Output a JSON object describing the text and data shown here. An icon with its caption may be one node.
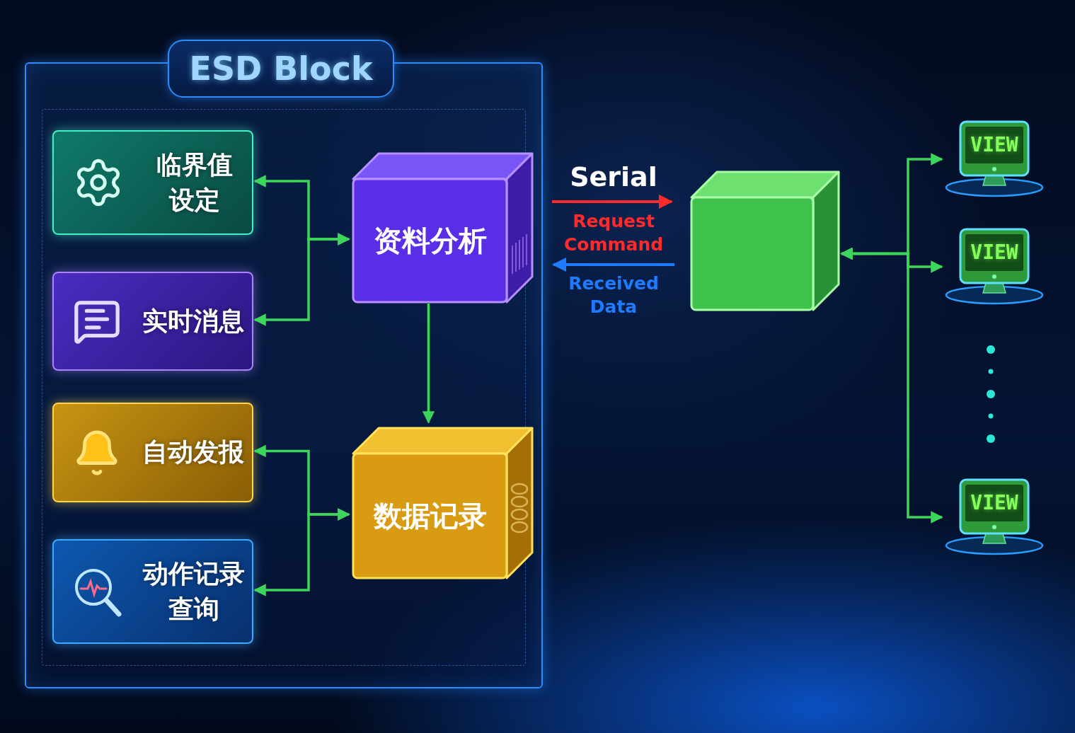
{
  "diagram": {
    "nodes": [
      {
        "text": [
          "ESD Block"
        ]
      },
      {
        "text": [
          "临界值设定"
        ],
        "in": 0
      },
      {
        "text": [
          "实时消息"
        ],
        "in": 0
      },
      {
        "text": [
          "自动发报"
        ],
        "in": 0
      },
      {
        "text": [
          "动作记录查询"
        ],
        "in": 0
      },
      {
        "text": [
          "资料分析"
        ],
        "in": 0
      },
      {
        "text": [
          "数据记录"
        ],
        "in": 0
      },
      {
        "text": [],
        "shape": "box"
      },
      {
        "text": [
          "VIEW"
        ]
      },
      {
        "text": [
          "VIEW"
        ]
      },
      {
        "text": [
          "VIEW"
        ]
      }
    ],
    "edges": [
      {
        "from": 1,
        "to": 5,
        "arrow": "both"
      },
      {
        "from": 2,
        "to": 5,
        "arrow": "both"
      },
      {
        "from": 3,
        "to": 6,
        "arrow": "both"
      },
      {
        "from": 4,
        "to": 6,
        "arrow": "both"
      },
      {
        "from": 5,
        "to": 6,
        "arrow": "to"
      },
      {
        "from": 5,
        "to": 7,
        "arrow": "to",
        "label": "Request Command",
        "color": "#ff2a2a"
      },
      {
        "from": 7,
        "to": 5,
        "arrow": "to",
        "label": "Received Data",
        "color": "#1e7bff"
      },
      {
        "from": 8,
        "to": 7,
        "arrow": "both"
      },
      {
        "from": 9,
        "to": 7,
        "arrow": "both"
      },
      {
        "from": 10,
        "to": 7,
        "arrow": "both"
      }
    ],
    "labels": [
      "Serial"
    ]
  }
}
